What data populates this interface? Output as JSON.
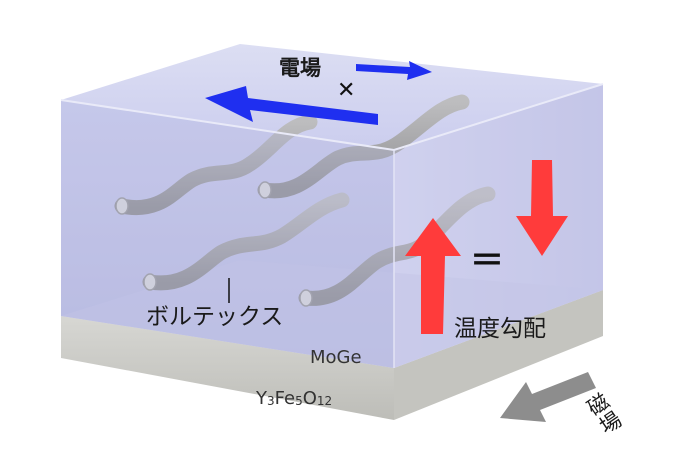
{
  "labels": {
    "electric_field": "電場",
    "vortex": "ボルテックス",
    "temperature_gradient": "温度勾配",
    "moge_layer": "MoGe",
    "yig_parts": [
      "Y",
      "3",
      "Fe",
      "5",
      "O",
      "12"
    ],
    "magnetic_field": "磁場"
  },
  "symbols": {
    "not_mark": "✕",
    "equals": "＝"
  },
  "colors": {
    "box_top": "#d4d6ef",
    "box_front": "#b9bbe0",
    "box_side": "#c7c9e8",
    "base": "#cfcfcc",
    "vortex": "#a9a9ab",
    "blue_arrow": "#1f2ff0",
    "red_arrow": "#ff3b3b",
    "gray_arrow": "#8d8d8d"
  }
}
